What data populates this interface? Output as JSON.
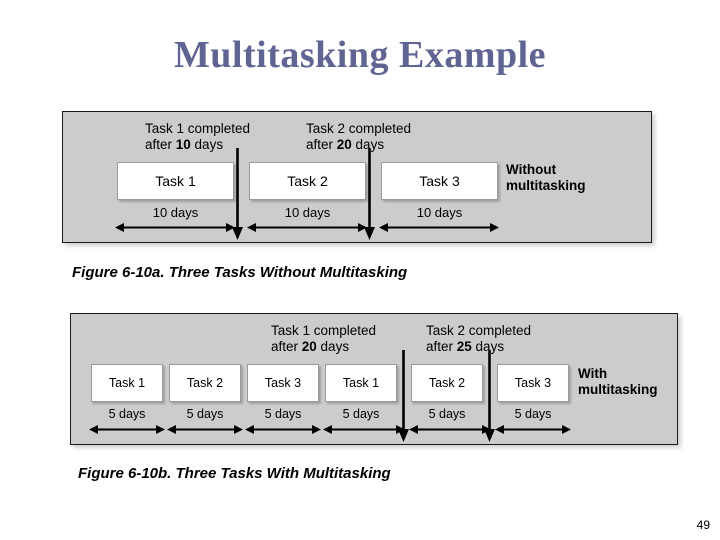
{
  "slide": {
    "title": "Multitasking Example",
    "page_number": "49",
    "title_color": "#5f6492",
    "panel_fill": "#cccccc",
    "box_fill": "#ffffff"
  },
  "figure_a": {
    "caption": "Figure 6-10a. Three Tasks Without Multitasking",
    "side_label_line1": "Without",
    "side_label_line2": "multitasking",
    "callouts": [
      {
        "line1": "Task 1 completed",
        "line2_prefix": "after ",
        "line2_value": "10",
        "line2_suffix": " days"
      },
      {
        "line1": "Task 2 completed",
        "line2_prefix": "after ",
        "line2_value": "20",
        "line2_suffix": " days"
      }
    ],
    "tasks": [
      {
        "label": "Task 1",
        "duration": "10 days"
      },
      {
        "label": "Task 2",
        "duration": "10 days"
      },
      {
        "label": "Task 3",
        "duration": "10 days"
      }
    ]
  },
  "figure_b": {
    "caption": "Figure 6-10b. Three Tasks With Multitasking",
    "side_label_line1": "With",
    "side_label_line2": "multitasking",
    "callouts": [
      {
        "line1": "Task 1 completed",
        "line2_prefix": "after ",
        "line2_value": "20",
        "line2_suffix": " days"
      },
      {
        "line1": "Task 2 completed",
        "line2_prefix": "after ",
        "line2_value": "25",
        "line2_suffix": " days"
      }
    ],
    "tasks": [
      {
        "label": "Task 1",
        "duration": "5 days"
      },
      {
        "label": "Task 2",
        "duration": "5 days"
      },
      {
        "label": "Task 3",
        "duration": "5 days"
      },
      {
        "label": "Task 1",
        "duration": "5 days"
      },
      {
        "label": "Task 2",
        "duration": "5 days"
      },
      {
        "label": "Task 3",
        "duration": "5 days"
      }
    ]
  }
}
